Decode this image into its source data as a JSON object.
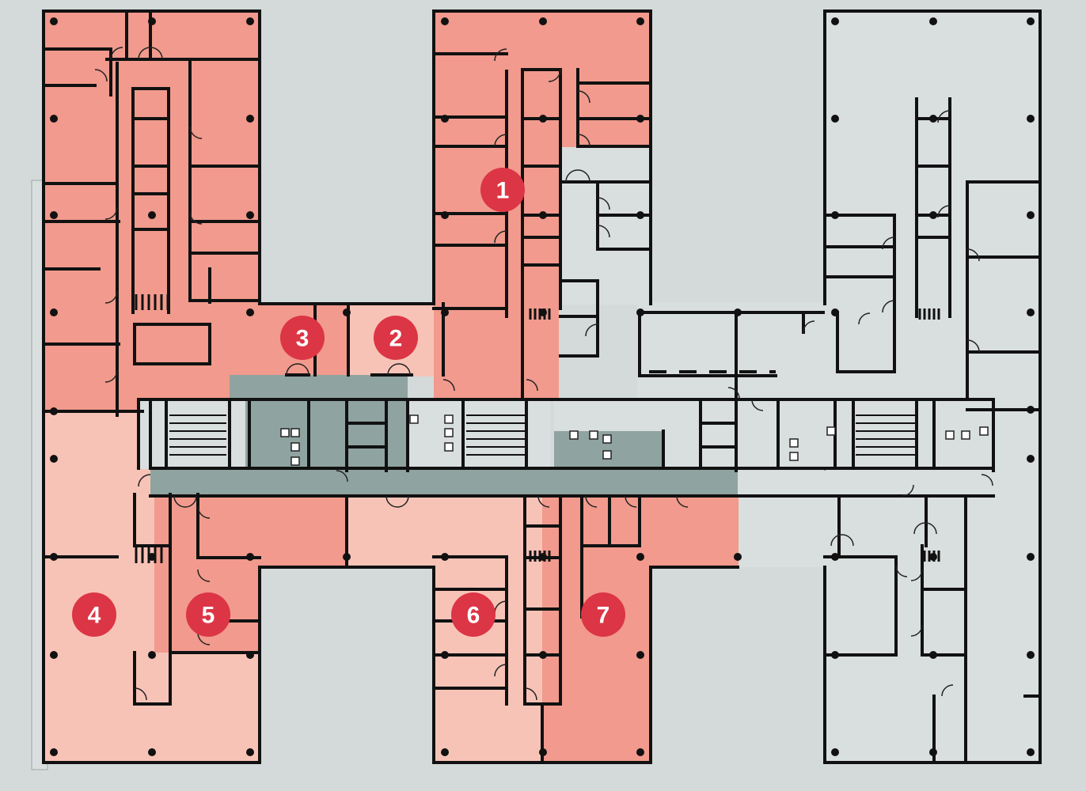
{
  "colors": {
    "background": "#d4dada",
    "free_area": "#d9dede",
    "zone_dark": "#f19a8d",
    "zone_light": "#f8c3b7",
    "core": "#8fa3a0",
    "wall": "#111111",
    "marker": "#dc3545",
    "marker_text": "#ffffff"
  },
  "markers": [
    {
      "label": "1",
      "zone": "north-wing-center"
    },
    {
      "label": "2",
      "zone": "central-hall-east"
    },
    {
      "label": "3",
      "zone": "central-hall-west"
    },
    {
      "label": "4",
      "zone": "south-west-block"
    },
    {
      "label": "5",
      "zone": "south-west-corridor"
    },
    {
      "label": "6",
      "zone": "south-wing-west"
    },
    {
      "label": "7",
      "zone": "south-wing-east"
    }
  ],
  "icons": [
    "door-swing-icon",
    "column-icon",
    "stair-icon",
    "elevator-icon",
    "restroom-icon"
  ]
}
